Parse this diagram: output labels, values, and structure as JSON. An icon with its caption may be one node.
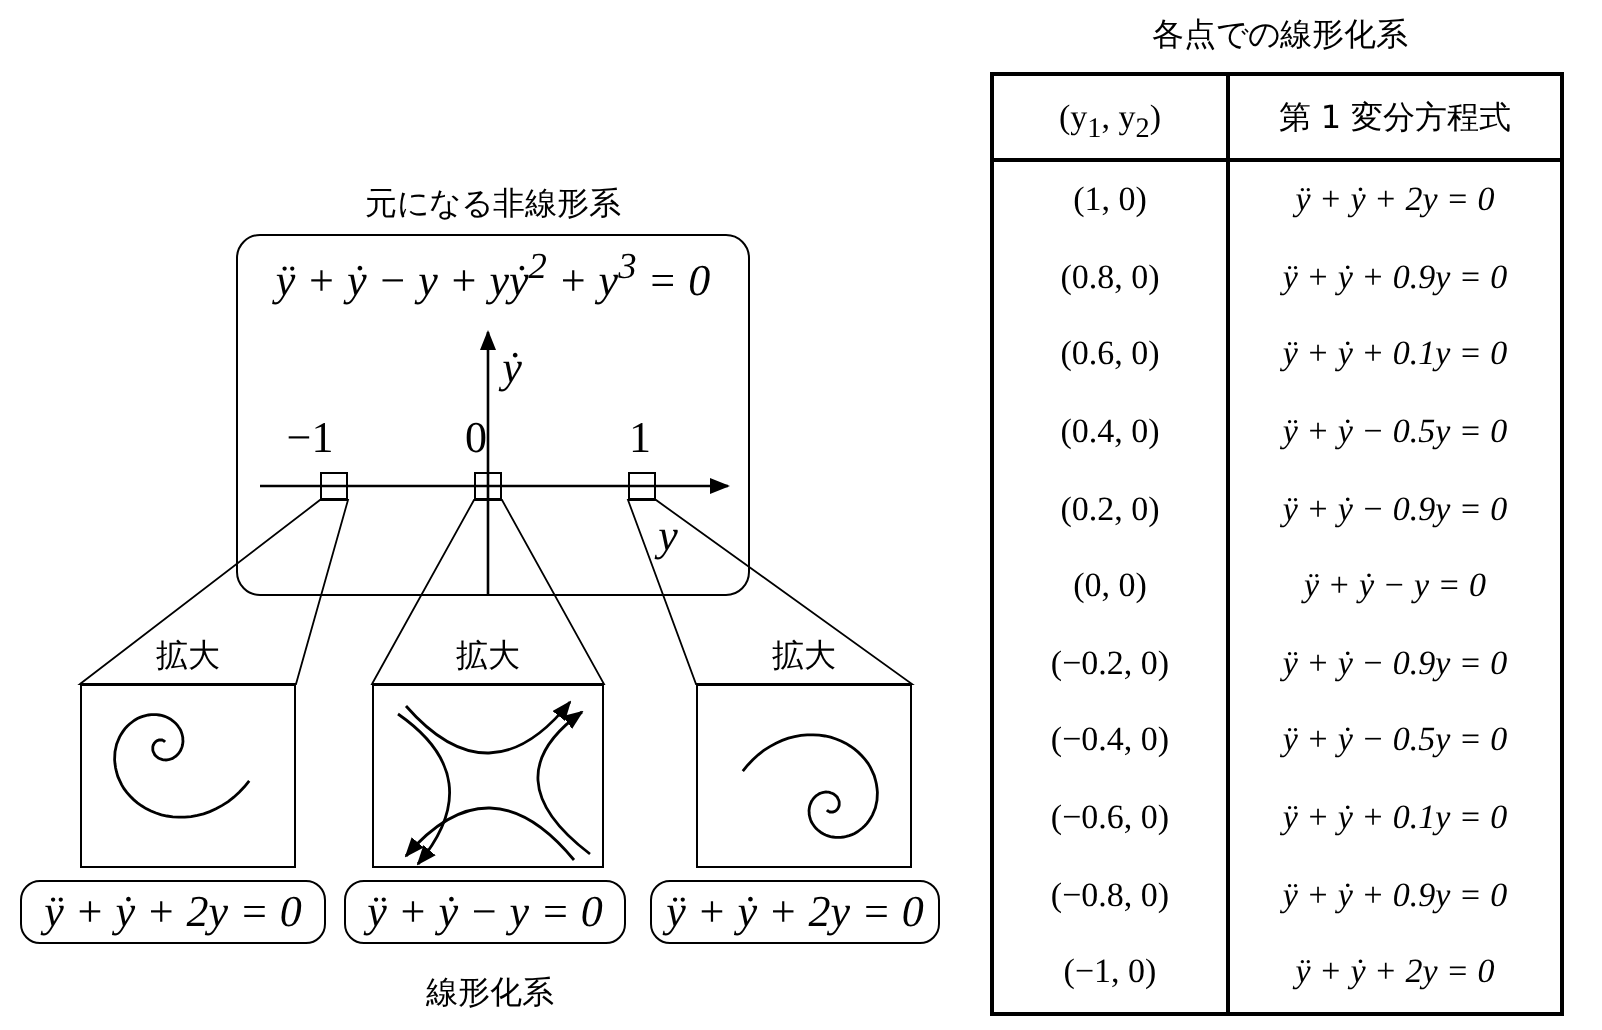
{
  "diagram": {
    "nodes": [
      {
        "text": [
          "元になる非線形系",
          "ÿ + ẏ − y + yẏ$^{2}$ + y$^{3}$ = 0"
        ]
      },
      {
        "text": [],
        "shape": "box",
        "in": 0
      },
      {
        "text": [],
        "shape": "box",
        "in": 0
      },
      {
        "text": [],
        "shape": "box",
        "in": 0
      },
      {
        "text": [
          "拡大"
        ]
      },
      {
        "text": [
          "拡大"
        ]
      },
      {
        "text": [
          "拡大"
        ]
      },
      {
        "text": [
          "ÿ + ẏ + 2y = 0"
        ]
      },
      {
        "text": [
          "ÿ + ẏ − y = 0"
        ]
      },
      {
        "text": [
          "ÿ + ẏ + 2y = 0"
        ]
      }
    ],
    "edges": [
      {
        "from": 1,
        "to": 4,
        "arrow": "none"
      },
      {
        "from": 2,
        "to": 5,
        "arrow": "none"
      },
      {
        "from": 3,
        "to": 6,
        "arrow": "none"
      }
    ],
    "labels": [
      "各点での線形化系",
      "ẏ",
      "−1",
      "0",
      "1",
      "y",
      "線形化系",
      "(y$_{1}$, y$_{2}$)",
      "第 1 変分方程式",
      "(1, 0)",
      "ÿ + ẏ + 2y = 0",
      "(0.8, 0)",
      "ÿ + ẏ + 0.9y = 0",
      "(0.6, 0)",
      "ÿ + ẏ + 0.1y = 0",
      "(0.4, 0)",
      "ÿ + ẏ − 0.5y = 0",
      "(0.2, 0)",
      "ÿ + ẏ − 0.9y = 0",
      "(0, 0)",
      "ÿ + ẏ − y = 0",
      "(−0.2, 0)",
      "ÿ + ẏ − 0.9y = 0",
      "(−0.4, 0)",
      "ÿ + ẏ − 0.5y = 0",
      "(−0.6, 0)",
      "ÿ + ẏ + 0.1y = 0",
      "(−0.8, 0)",
      "ÿ + ẏ + 0.9y = 0",
      "(−1, 0)",
      "ÿ + ẏ + 2y = 0"
    ]
  }
}
